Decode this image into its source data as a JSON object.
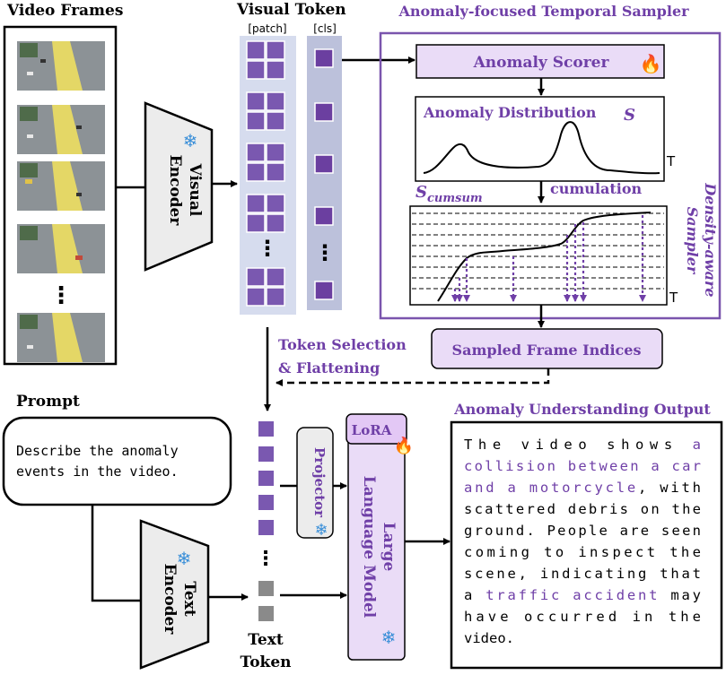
{
  "labels": {
    "video_frames": "Video Frames",
    "visual_token": "Visual Token",
    "patch": "[patch]",
    "cls": "[cls]",
    "visual_encoder": "Visual Encoder",
    "sampler_title": "Anomaly-focused Temporal Sampler",
    "anomaly_scorer": "Anomaly Scorer",
    "anomaly_distribution": "Anomaly Distribution",
    "s_symbol": "S",
    "s_cumsum_main": "S",
    "s_cumsum_sub": "cumsum",
    "cumulation": "cumulation",
    "t_axis": "T",
    "density_aware_sampler": "Density-aware Sampler",
    "sampled_frame_indices": "Sampled Frame Indices",
    "token_selection": "Token Selection",
    "flattening": "& Flattening",
    "prompt_title": "Prompt",
    "prompt_line1": "Describe the anomaly",
    "prompt_line2": "events in the video.",
    "text_encoder": "Text Encoder",
    "projector": "Projector",
    "lora": "LoRA",
    "llm_line1": "Large",
    "llm_line2": "Language Model",
    "text_token_line1": "Text",
    "text_token_line2": "Token",
    "output_title": "Anomaly Understanding Output",
    "ellipsis": "⋮"
  },
  "output_lines": [
    [
      {
        "t": "The video shows ",
        "h": false
      },
      {
        "t": "a",
        "h": true
      }
    ],
    [
      {
        "t": "collision between a car",
        "h": true
      }
    ],
    [
      {
        "t": "and a motorcycle",
        "h": true
      },
      {
        "t": ", with",
        "h": false
      }
    ],
    [
      {
        "t": "scattered debris on the",
        "h": false
      }
    ],
    [
      {
        "t": "ground. People are seen",
        "h": false
      }
    ],
    [
      {
        "t": "coming to inspect the",
        "h": false
      }
    ],
    [
      {
        "t": "scene, indicating that",
        "h": false
      }
    ],
    [
      {
        "t": "a ",
        "h": false
      },
      {
        "t": "traffic accident",
        "h": true
      },
      {
        "t": " may",
        "h": false
      }
    ],
    [
      {
        "t": "have occurred in the",
        "h": false
      }
    ],
    [
      {
        "t": "video.",
        "h": false
      }
    ]
  ],
  "colors": {
    "purple": "#6f3fa7",
    "purple_fill": "#eadcf7",
    "token_purple": "#7a58b0",
    "column_fill": "#d6dcee",
    "gray_token": "#8a8a8a",
    "encoder_fill": "#ececec"
  },
  "icons": {
    "snowflake": "❄",
    "fire": "🔥"
  }
}
